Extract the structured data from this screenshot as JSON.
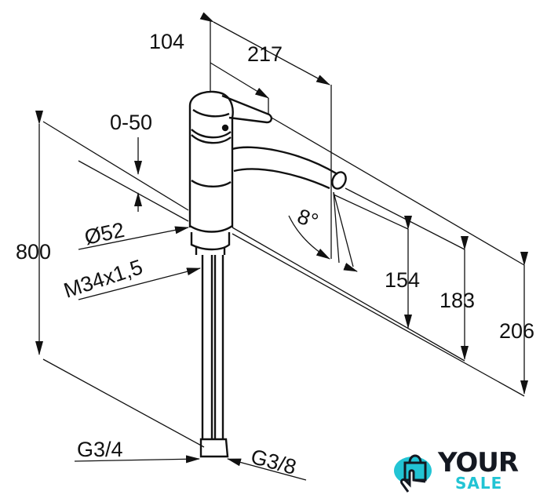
{
  "dimensions": {
    "d104": "104",
    "d217": "217",
    "d0_50": "0-50",
    "d800": "800",
    "d52": "Ø52",
    "thread": "M34x1,5",
    "d154": "154",
    "d183": "183",
    "d206": "206",
    "angle": "8°",
    "g34": "G3/4",
    "g38": "G3/8"
  },
  "logo": {
    "line1": "YOUR",
    "line2": "SALE",
    "accent": "#22c4d4",
    "dark": "#141821"
  }
}
